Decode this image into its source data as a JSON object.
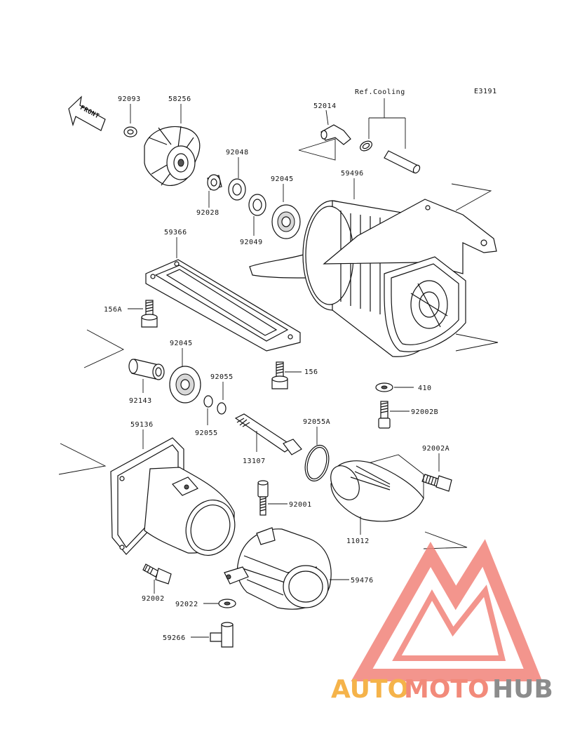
{
  "diagram_code": "E3191",
  "front_label": "FRONT",
  "ref_cooling_label": "Ref.Cooling",
  "parts": {
    "p92093": "92093",
    "p58256": "58256",
    "p92048": "92048",
    "p92028": "92028",
    "p92045a": "92045",
    "p92049": "92049",
    "p52014": "52014",
    "p59496": "59496",
    "p59366": "59366",
    "p156a": "156A",
    "p92045b": "92045",
    "p92143": "92143",
    "p156": "156",
    "p92055a": "92055",
    "p92055b": "92055",
    "p410": "410",
    "p92002b": "92002B",
    "p92055A": "92055A",
    "p59136": "59136",
    "p13107": "13107",
    "p92002A": "92002A",
    "p92001": "92001",
    "p11012": "11012",
    "p59476": "59476",
    "p92002": "92002",
    "p92022": "92022",
    "p59266": "59266"
  },
  "watermark": {
    "part1": "AUTO",
    "part2": "MOTO",
    "part3": "HUB",
    "colors": {
      "auto": "#f5b34a",
      "moto": "#f28a7a",
      "hub": "#8c8c8c",
      "logo": "#f2837a"
    }
  }
}
